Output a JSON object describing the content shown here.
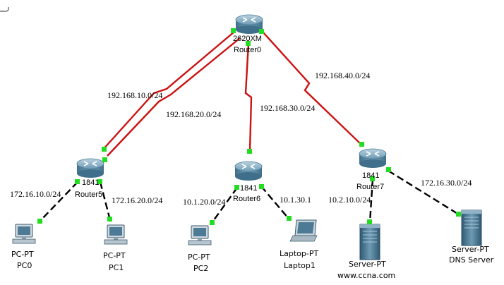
{
  "colors": {
    "serial_link": "#cc1111",
    "ethernet_link": "#000000",
    "port_up": "#22dd22",
    "router_body": "#5f8fa8",
    "pc_body": "#4d7a94"
  },
  "routers": [
    {
      "id": "router0",
      "icon": "router-icon",
      "model": "2620XM",
      "name": "Router0"
    },
    {
      "id": "router5",
      "icon": "router-icon",
      "model": "1841",
      "name": "Router5"
    },
    {
      "id": "router6",
      "icon": "router-icon",
      "model": "1841",
      "name": "Router6"
    },
    {
      "id": "router7",
      "icon": "router-icon",
      "model": "1841",
      "name": "Router7"
    }
  ],
  "end_devices": [
    {
      "id": "pc0",
      "icon": "pc-icon",
      "type": "PC-PT",
      "name": "PC0"
    },
    {
      "id": "pc1",
      "icon": "pc-icon",
      "type": "PC-PT",
      "name": "PC1"
    },
    {
      "id": "pc2",
      "icon": "pc-icon",
      "type": "PC-PT",
      "name": "PC2"
    },
    {
      "id": "laptop1",
      "icon": "laptop-icon",
      "type": "Laptop-PT",
      "name": "Laptop1"
    },
    {
      "id": "server_www",
      "icon": "server-icon",
      "type": "Server-PT",
      "name": "www.ccna.com"
    },
    {
      "id": "server_dns",
      "icon": "server-icon",
      "type": "Server-PT",
      "name": "DNS Server"
    }
  ],
  "networks": [
    {
      "id": "net_10",
      "label": "192.168.10.0/24"
    },
    {
      "id": "net_20",
      "label": "192.168.20.0/24"
    },
    {
      "id": "net_30",
      "label": "192.168.30.0/24"
    },
    {
      "id": "net_40",
      "label": "192.168.40.0/24"
    },
    {
      "id": "lan_pc0",
      "label": "172.16.10.0/24"
    },
    {
      "id": "lan_pc1",
      "label": "172.16.20.0/24"
    },
    {
      "id": "lan_pc2",
      "label": "10.1.20.0/24"
    },
    {
      "id": "lan_laptop",
      "label": "10.1.30.1"
    },
    {
      "id": "lan_www",
      "label": "10.2.10.0/24"
    },
    {
      "id": "lan_dns",
      "label": "172.16.30.0/24"
    }
  ]
}
